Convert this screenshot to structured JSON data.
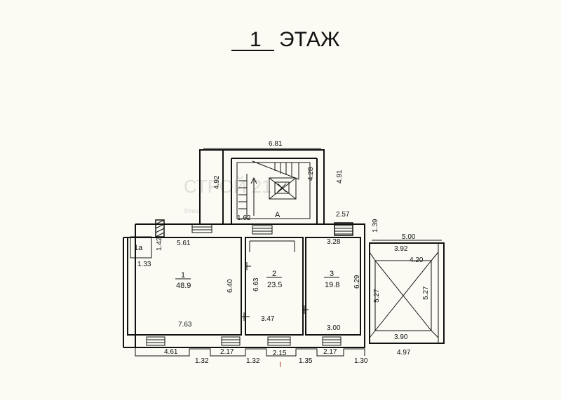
{
  "title": {
    "number": "1",
    "label": "ЭТАЖ"
  },
  "watermark": {
    "main": "СТРОЙ 21",
    "sub": "Street"
  },
  "rooms": [
    {
      "id": "room-1",
      "number": "1",
      "area": "48.9"
    },
    {
      "id": "room-2",
      "number": "2",
      "area": "23.5"
    },
    {
      "id": "room-3",
      "number": "3",
      "area": "19.8"
    },
    {
      "id": "room-1a",
      "number": "1а",
      "area": ""
    },
    {
      "id": "room-a",
      "number": "А",
      "area": ""
    }
  ],
  "dimensions": {
    "top_overall": "6.81",
    "left_annex_height": "4.92",
    "stair_height": "4.28",
    "right_annex_height": "4.91",
    "landing_width": "2.57",
    "right_gap": "1.39",
    "stair_landing": "1.62",
    "room1_top": "5.61",
    "room1_side": "1.42",
    "room1a_width": "1.33",
    "room1_height": "6.40",
    "room1_bottom": "7.63",
    "room2_height": "6.63",
    "room2_bottom": "3.47",
    "room3_top": "3.28",
    "room3_height": "6.29",
    "room3_bottom": "3.00",
    "right_block_top": "5.00",
    "right_inner_top": "3.92",
    "right_cross_top": "4.20",
    "right_left_height": "5.27",
    "right_right_height": "5.27",
    "right_inner_bottom": "3.90",
    "right_block_bottom": "4.97",
    "facade_1": "4.61",
    "facade_2": "2.17",
    "facade_3": "1.32",
    "facade_4": "1.32",
    "facade_5": "2.15",
    "facade_6": "1.35",
    "facade_7": "2.17",
    "facade_8": "1.30",
    "entrance_mark": "I"
  }
}
